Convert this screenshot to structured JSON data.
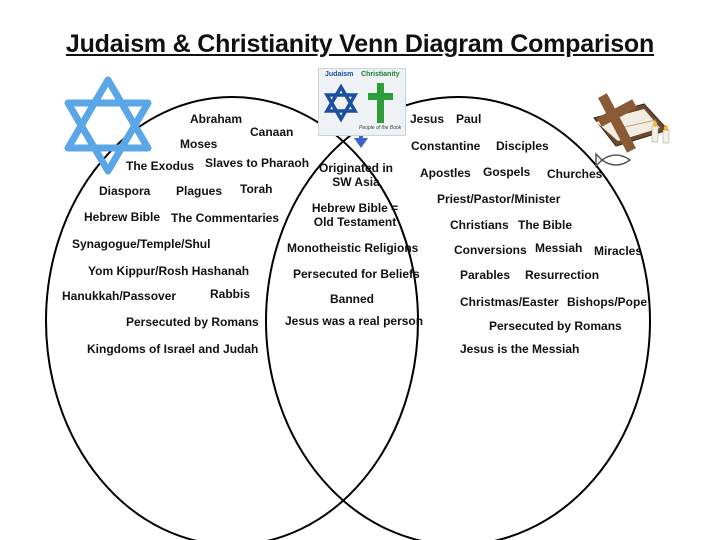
{
  "title": "Judaism & Christianity Venn Diagram Comparison",
  "badge": {
    "left_label": "Judaism",
    "right_label": "Christianity",
    "caption": "People of the Book"
  },
  "colors": {
    "star_blue": "#5aa6e6",
    "badge_star_blue": "#1b4fa0",
    "cross_green": "#2e9e3a",
    "arrow_blue": "#3a64c8",
    "cross_brown": "#8a5a34"
  },
  "icons": {
    "left": "star-of-david-icon",
    "center": "judaism-christianity-badge-icon",
    "right": "cross-and-bible-icon"
  },
  "judaism_terms": [
    "Abraham",
    "Canaan",
    "Moses",
    "Slaves to Pharaoh",
    "The Exodus",
    "Diaspora",
    "Plagues",
    "Torah",
    "Hebrew Bible",
    "The Commentaries",
    "Synagogue/Temple/Shul",
    "Yom Kippur/Rosh Hashanah",
    "Hanukkah/Passover",
    "Rabbis",
    "Persecuted by Romans",
    "Kingdoms of Israel and Judah"
  ],
  "shared_terms": [
    "Originated in\nSW Asia",
    "Hebrew Bible =\nOld Testament",
    "Monotheistic Religions",
    "Persecuted for Beliefs",
    "Banned",
    "Jesus was a real person"
  ],
  "christianity_terms": [
    "Jesus",
    "Paul",
    "Constantine",
    "Disciples",
    "Apostles",
    "Gospels",
    "Churches",
    "Priest/Pastor/Minister",
    "Christians",
    "The Bible",
    "Conversions",
    "Messiah",
    "Miracles",
    "Parables",
    "Resurrection",
    "Christmas/Easter",
    "Bishops/Pope",
    "Persecuted by Romans",
    "Jesus is the Messiah"
  ]
}
